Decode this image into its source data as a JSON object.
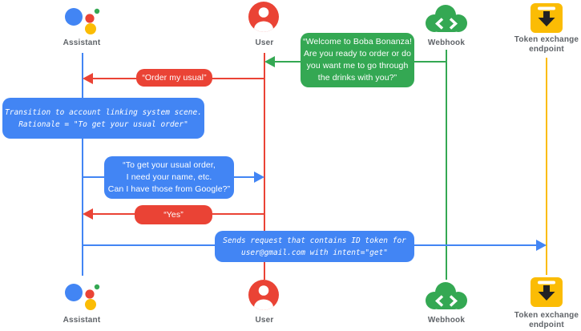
{
  "colors": {
    "blue": "#4285f4",
    "red": "#ea4335",
    "green": "#34a853",
    "yellow": "#fbbc04",
    "dark": "#202124",
    "gray-label": "#5f6368"
  },
  "icons": {
    "assistant": "google-assistant-logo",
    "user": "person-circle",
    "webhook": "code-cloud",
    "token_endpoint": "token-download-box"
  },
  "actors": {
    "assistant": {
      "label": "Assistant"
    },
    "user": {
      "label": "User"
    },
    "webhook": {
      "label": "Webhook"
    },
    "token_endpoint": {
      "label_line1": "Token exchange",
      "label_line2": "endpoint"
    }
  },
  "messages": {
    "welcome": {
      "lines": [
        "“Welcome to Boba Bonanza!",
        "Are you ready to order or do",
        "you want me to go through",
        "the drinks with you?”"
      ]
    },
    "order_my_usual": {
      "text": "“Order my usual”"
    },
    "transition_note": {
      "lines": [
        "Transition to account linking system scene.",
        "Rationale = \"To get your usual order\""
      ]
    },
    "get_usual_order": {
      "lines": [
        "“To get your usual order,",
        "I need your name, etc.",
        "Can I have those from Google?”"
      ]
    },
    "yes": {
      "text": "“Yes”"
    },
    "sends_request": {
      "lines": [
        "Sends request that contains ID token for",
        "user@gmail.com with intent=\"get\""
      ]
    }
  }
}
